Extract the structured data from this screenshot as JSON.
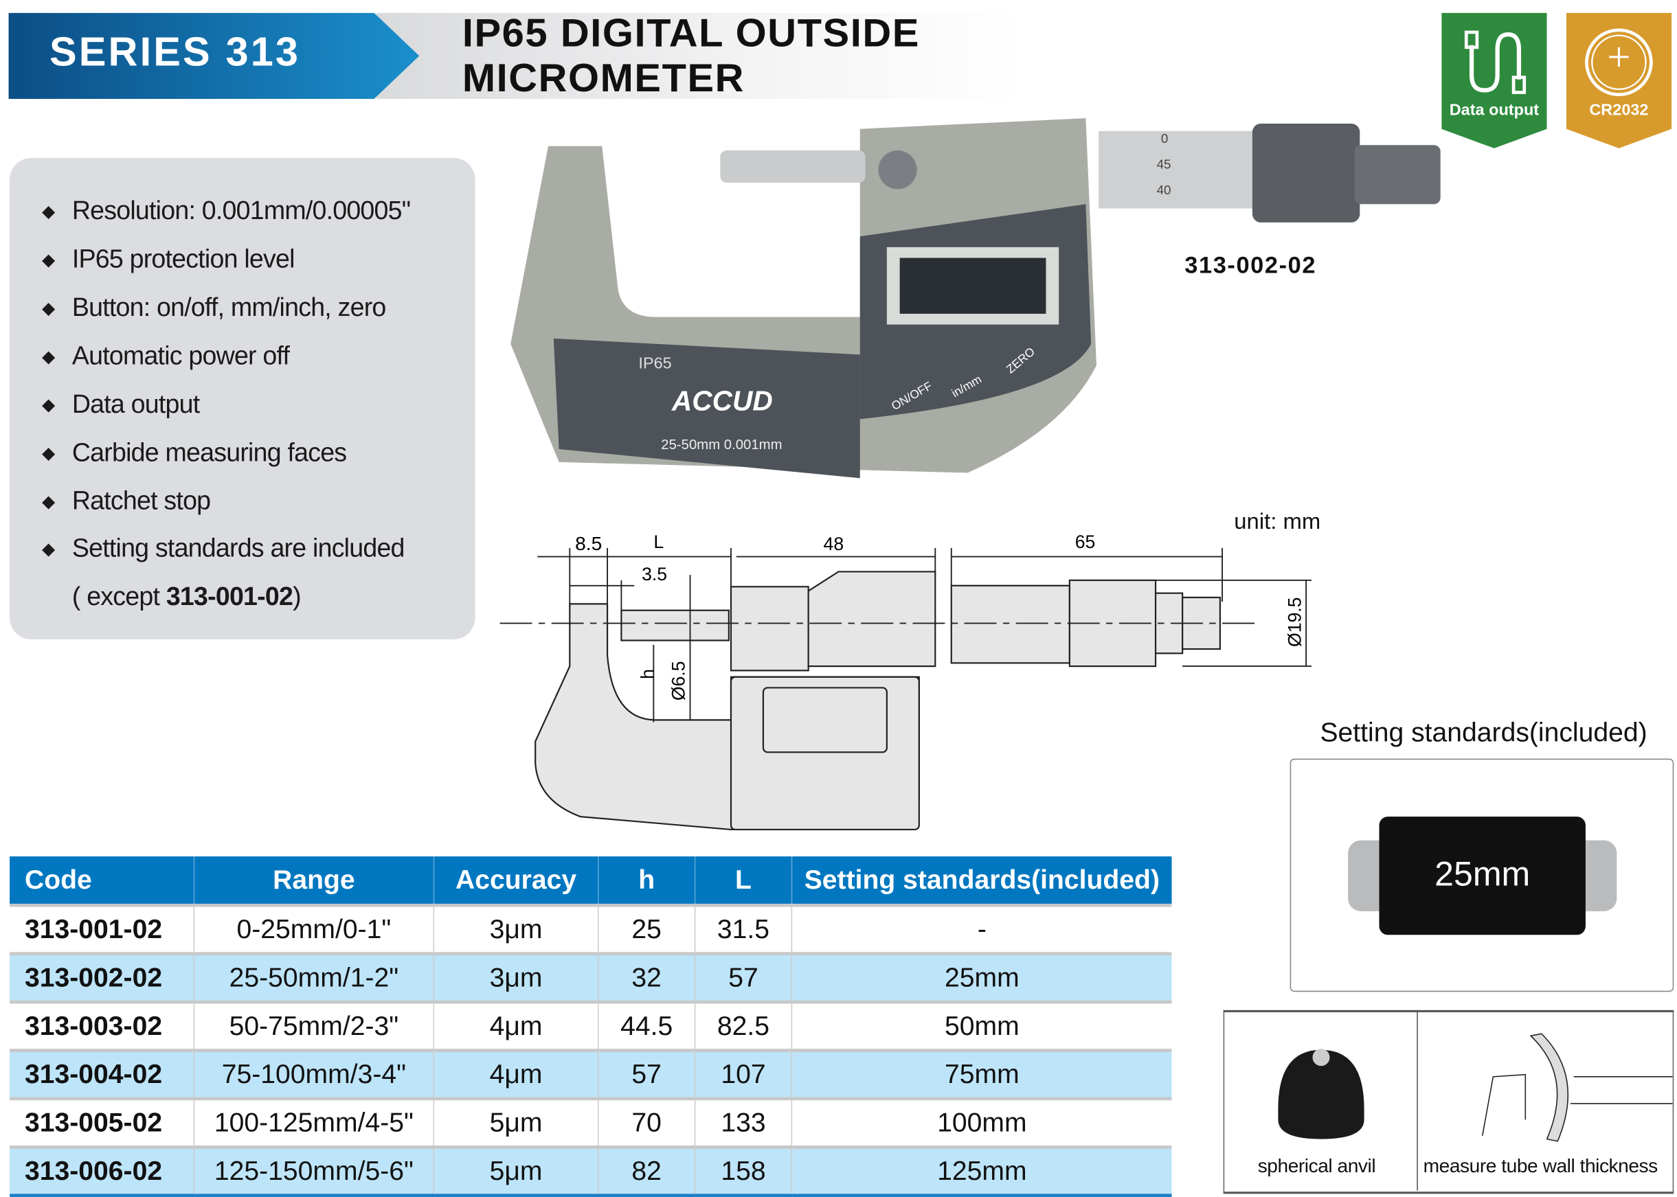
{
  "header": {
    "series": "SERIES 313",
    "title_line1": "IP65 DIGITAL OUTSIDE",
    "title_line2": "MICROMETER"
  },
  "badges": [
    {
      "label": "Data output",
      "icon": "usb-cable-icon",
      "color": "#2e8b3e"
    },
    {
      "label": "CR2032",
      "icon": "coin-battery-icon",
      "color": "#d79a2c",
      "battery_text": "CR2032"
    }
  ],
  "features": [
    "Resolution: 0.001mm/0.00005\"",
    "IP65 protection level",
    "Button: on/off, mm/inch, zero",
    "Automatic power off",
    "Data output",
    "Carbide measuring faces",
    "Ratchet stop",
    "Setting standards are included"
  ],
  "features_note": {
    "prefix": "( except ",
    "code": "313-001-02",
    "suffix": ")"
  },
  "product": {
    "model": "313-002-02",
    "brand": "ACCUD",
    "ip": "IP65",
    "spec": "25-50mm  0.001mm",
    "buttons": [
      "ON/OFF",
      "in/mm",
      "ZERO"
    ],
    "thimble_marks": [
      "0",
      "45",
      "40"
    ]
  },
  "drawing": {
    "unit": "unit: mm",
    "dims": {
      "a": "8.5",
      "b": "L",
      "c": "48",
      "d": "65",
      "e": "3.5",
      "h": "h",
      "spindle": "Ø6.5",
      "thimble": "Ø19.5"
    }
  },
  "standards": {
    "title": "Setting standards(included)",
    "label": "25mm"
  },
  "anvil": {
    "left": "spherical anvil",
    "right": "measure tube wall thickness"
  },
  "table": {
    "headers": [
      "Code",
      "Range",
      "Accuracy",
      "h",
      "L",
      "Setting standards(included)"
    ],
    "rows": [
      [
        "313-001-02",
        "0-25mm/0-1\"",
        "3μm",
        "25",
        "31.5",
        "-"
      ],
      [
        "313-002-02",
        "25-50mm/1-2\"",
        "3μm",
        "32",
        "57",
        "25mm"
      ],
      [
        "313-003-02",
        "50-75mm/2-3\"",
        "4μm",
        "44.5",
        "82.5",
        "50mm"
      ],
      [
        "313-004-02",
        "75-100mm/3-4\"",
        "4μm",
        "57",
        "107",
        "75mm"
      ],
      [
        "313-005-02",
        "100-125mm/4-5\"",
        "5μm",
        "70",
        "133",
        "100mm"
      ],
      [
        "313-006-02",
        "125-150mm/5-6\"",
        "5μm",
        "82",
        "158",
        "125mm"
      ]
    ]
  },
  "colors": {
    "blue": "#0077c0",
    "light_blue": "#bde4f8",
    "panel": "#dcdde0"
  }
}
